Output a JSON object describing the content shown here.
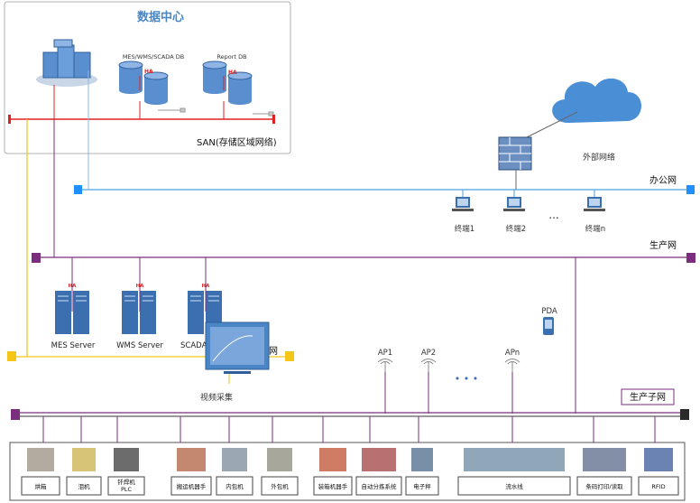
{
  "datacenter": {
    "title": "数据中心",
    "db1_label": "MES/WMS/SCADA DB",
    "db2_label": "Report DB",
    "ha": "HA"
  },
  "san_label": "SAN(存储区域网络)",
  "external_label": "外部网络",
  "office_net_label": "办公网",
  "terminals": [
    "终端1",
    "终端2",
    "...",
    "终端n"
  ],
  "production_net_label": "生产网",
  "servers": [
    {
      "name": "MES Server",
      "ha": "HA"
    },
    {
      "name": "WMS Server",
      "ha": "HA"
    },
    {
      "name": "SCADA Server",
      "ha": "HA"
    }
  ],
  "pda_label": "PDA",
  "monitor_net_label": "监控网",
  "video_label": "视频采集",
  "access_points": [
    "AP1",
    "AP2",
    "APn"
  ],
  "ap_ellipsis": "• • •",
  "subnet_label": "生产子网",
  "devices": [
    "烘箱",
    "泪机",
    "钎焊机\nPLC",
    "搬运机器手",
    "内包机",
    "外包机",
    "装箱机器手",
    "自动分拣系统",
    "电子秤",
    "流水线",
    "条码打印/读取",
    "RFID"
  ],
  "colors": {
    "red": "#e02020",
    "purple": "#7a2e7d",
    "blue": "#1e90ff",
    "office_line": "#4aa3df",
    "yellow": "#f5c518",
    "title_blue": "#4a86c5",
    "server_blue": "#3b6fb0"
  }
}
